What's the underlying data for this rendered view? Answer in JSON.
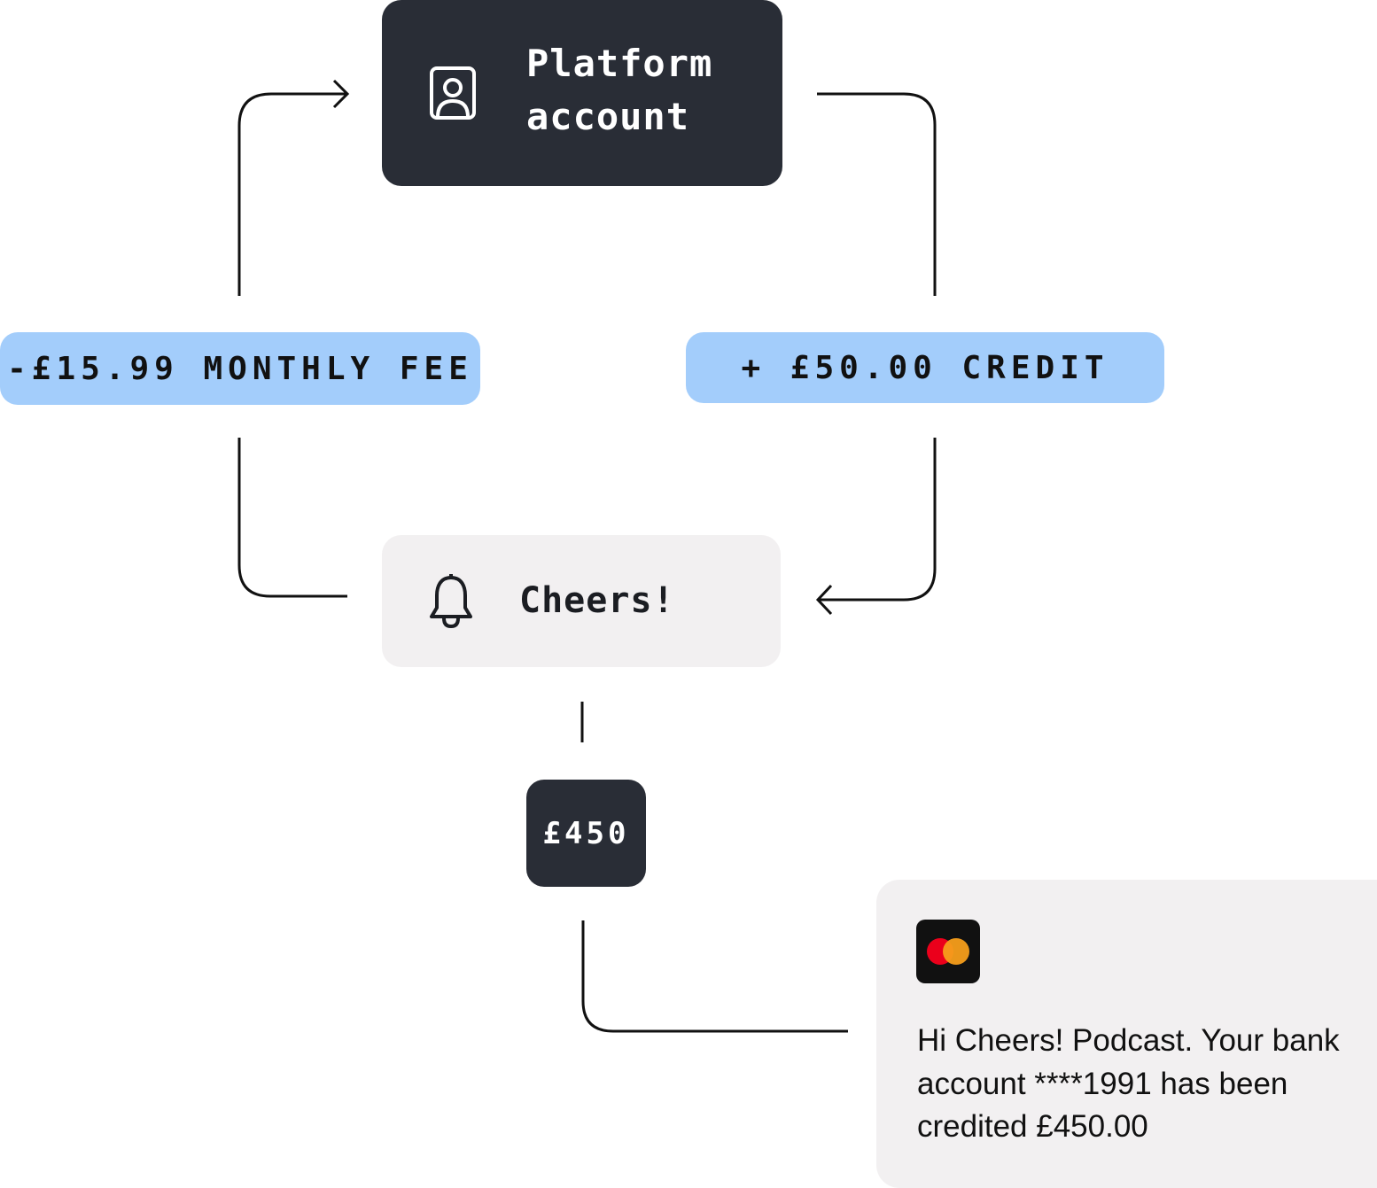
{
  "platform": {
    "title": "Platform account",
    "icon": "user-profile-icon"
  },
  "fee": {
    "label": "-£15.99 MONTHLY FEE"
  },
  "credit": {
    "label": "+ £50.00 CREDIT"
  },
  "cheers": {
    "title": "Cheers!",
    "icon": "bell-icon"
  },
  "amount": {
    "label": "£450"
  },
  "notification": {
    "icon": "mastercard-logo-icon",
    "message": "Hi Cheers! Podcast. Your bank account ****1991 has been credited £450.00"
  },
  "colors": {
    "dark": "#292d36",
    "accent": "#a3cdfb",
    "light": "#f2f0f1",
    "card_red": "#eb001b",
    "card_orange": "#f79e1b"
  }
}
